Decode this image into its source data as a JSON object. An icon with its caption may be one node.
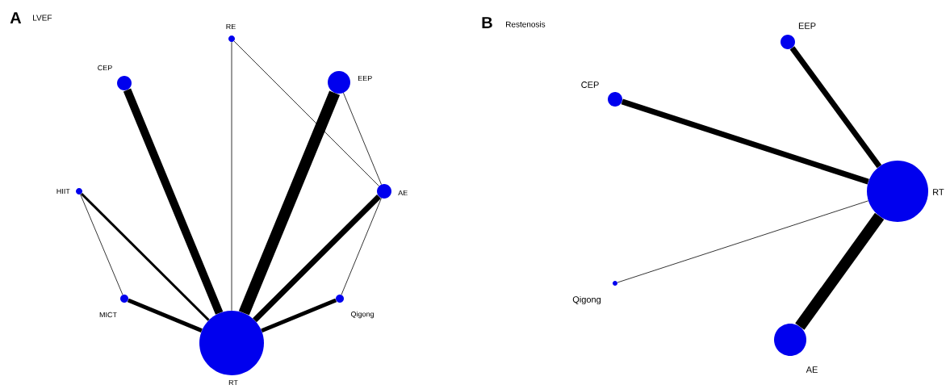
{
  "diagram": {
    "nodes": [
      {
        "text": [
          "RE"
        ]
      },
      {
        "text": [
          "CEP"
        ]
      },
      {
        "text": [
          "EEP"
        ]
      },
      {
        "text": [
          "HIIT"
        ]
      },
      {
        "text": [
          "AE"
        ]
      },
      {
        "text": [
          "MICT"
        ]
      },
      {
        "text": [
          "Qigong"
        ]
      },
      {
        "text": [
          "RT"
        ]
      },
      {
        "text": [
          "EEP"
        ]
      },
      {
        "text": [
          "CEP"
        ]
      },
      {
        "text": [
          "RT"
        ]
      },
      {
        "text": [
          "Qigong"
        ]
      },
      {
        "text": [
          "AE"
        ]
      }
    ],
    "edges": [
      {
        "from": 0,
        "to": 7,
        "arrow": "none"
      },
      {
        "from": 0,
        "to": 4,
        "arrow": "none"
      },
      {
        "from": 1,
        "to": 7,
        "arrow": "none",
        "style": "thick"
      },
      {
        "from": 2,
        "to": 7,
        "arrow": "none",
        "style": "thick"
      },
      {
        "from": 2,
        "to": 4,
        "arrow": "none"
      },
      {
        "from": 3,
        "to": 7,
        "arrow": "none"
      },
      {
        "from": 3,
        "to": 5,
        "arrow": "none"
      },
      {
        "from": 4,
        "to": 7,
        "arrow": "none"
      },
      {
        "from": 4,
        "to": 6,
        "arrow": "none"
      },
      {
        "from": 5,
        "to": 7,
        "arrow": "none"
      },
      {
        "from": 6,
        "to": 7,
        "arrow": "none"
      },
      {
        "from": 8,
        "to": 10,
        "arrow": "none"
      },
      {
        "from": 9,
        "to": 10,
        "arrow": "none"
      },
      {
        "from": 11,
        "to": 10,
        "arrow": "none"
      },
      {
        "from": 12,
        "to": 10,
        "arrow": "none",
        "style": "thick"
      }
    ],
    "labels": [
      "A",
      "LVEF",
      "B",
      "Restenosis"
    ]
  }
}
